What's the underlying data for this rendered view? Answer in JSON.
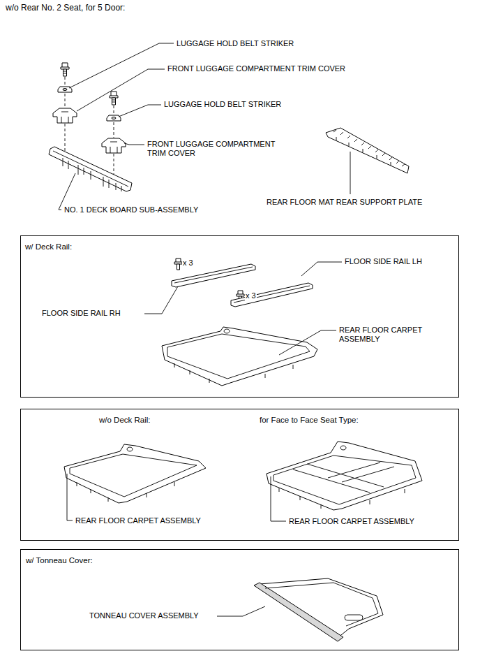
{
  "diagram": {
    "title": "w/o Rear No. 2 Seat, for 5 Door:",
    "nodes": [
      {
        "text": [
          "w/ Deck Rail:"
        ]
      },
      {
        "text": [
          "w/o Deck Rail:",
          "for Face to Face Seat Type:"
        ]
      },
      {
        "text": [
          "w/ Tonneau Cover:"
        ]
      }
    ],
    "edges": [],
    "labels": [
      "LUGGAGE HOLD BELT STRIKER",
      "FRONT LUGGAGE COMPARTMENT TRIM COVER",
      "LUGGAGE HOLD BELT STRIKER",
      "FRONT LUGGAGE COMPARTMENT TRIM COVER",
      "NO. 1 DECK BOARD SUB-ASSEMBLY",
      "REAR FLOOR MAT REAR SUPPORT PLATE",
      "x 3",
      "FLOOR SIDE RAIL LH",
      "x 3",
      "FLOOR SIDE RAIL RH",
      "REAR FLOOR CARPET ASSEMBLY",
      "REAR FLOOR CARPET ASSEMBLY",
      "REAR FLOOR CARPET ASSEMBLY",
      "TONNEAU COVER ASSEMBLY"
    ]
  }
}
